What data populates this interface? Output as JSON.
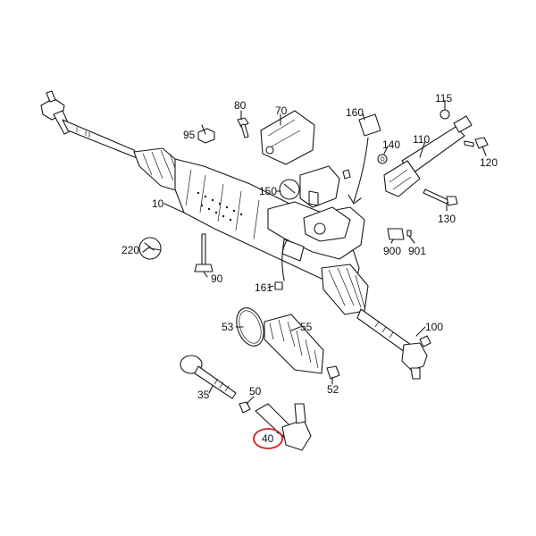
{
  "diagram": {
    "highlight_color": "#d42020",
    "highlighted_part": "40",
    "labels": [
      {
        "id": "p10",
        "text": "10"
      },
      {
        "id": "p35",
        "text": "35"
      },
      {
        "id": "p40",
        "text": "40"
      },
      {
        "id": "p50",
        "text": "50"
      },
      {
        "id": "p52",
        "text": "52"
      },
      {
        "id": "p53",
        "text": "53"
      },
      {
        "id": "p55",
        "text": "55"
      },
      {
        "id": "p70",
        "text": "70"
      },
      {
        "id": "p80",
        "text": "80"
      },
      {
        "id": "p90",
        "text": "90"
      },
      {
        "id": "p95",
        "text": "95"
      },
      {
        "id": "p100",
        "text": "100"
      },
      {
        "id": "p110",
        "text": "110"
      },
      {
        "id": "p115",
        "text": "115"
      },
      {
        "id": "p120",
        "text": "120"
      },
      {
        "id": "p130",
        "text": "130"
      },
      {
        "id": "p140",
        "text": "140"
      },
      {
        "id": "p150",
        "text": "150"
      },
      {
        "id": "p160",
        "text": "160"
      },
      {
        "id": "p161",
        "text": "161"
      },
      {
        "id": "p220",
        "text": "220"
      },
      {
        "id": "p900",
        "text": "900"
      },
      {
        "id": "p901",
        "text": "901"
      }
    ]
  }
}
